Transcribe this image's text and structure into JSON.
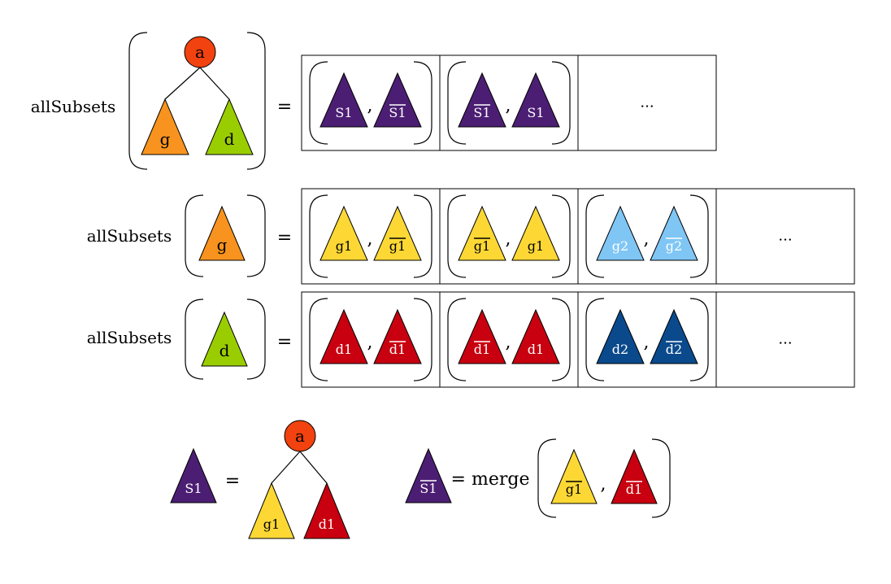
{
  "colors": {
    "purple": "#4b1e73",
    "orange": "#f7931e",
    "lime": "#9acd00",
    "yellow": "#fdd835",
    "red": "#c8000f",
    "lightblue": "#7fc6f5",
    "darkblue": "#0a4a8c",
    "node": "#f2420f"
  },
  "labels": {
    "allSubsets": "allSubsets",
    "equals": "=",
    "comma": ",",
    "ellipsis": "...",
    "merge": "= merge"
  },
  "tree_top": {
    "root": "a",
    "left": "g",
    "right": "d"
  },
  "row1": {
    "cells": [
      {
        "left": "S1",
        "left_bar": false,
        "right": "S1",
        "right_bar": true,
        "color": "purple"
      },
      {
        "left": "S1",
        "left_bar": true,
        "right": "S1",
        "right_bar": false,
        "color": "purple"
      }
    ]
  },
  "row2": {
    "input": "g",
    "cells": [
      {
        "left": "g1",
        "left_bar": false,
        "right": "g1",
        "right_bar": true,
        "color": "yellow"
      },
      {
        "left": "g1",
        "left_bar": true,
        "right": "g1",
        "right_bar": false,
        "color": "yellow"
      },
      {
        "left": "g2",
        "left_bar": false,
        "right": "g2",
        "right_bar": true,
        "color": "lightblue"
      }
    ]
  },
  "row3": {
    "input": "d",
    "cells": [
      {
        "left": "d1",
        "left_bar": false,
        "right": "d1",
        "right_bar": true,
        "color": "red"
      },
      {
        "left": "d1",
        "left_bar": true,
        "right": "d1",
        "right_bar": false,
        "color": "red"
      },
      {
        "left": "d2",
        "left_bar": false,
        "right": "d2",
        "right_bar": true,
        "color": "darkblue"
      }
    ]
  },
  "def1": {
    "lhs": "S1",
    "root": "a",
    "left": "g1",
    "right": "d1"
  },
  "def2": {
    "lhs": "S1",
    "arg1": "g1",
    "arg2": "d1"
  }
}
